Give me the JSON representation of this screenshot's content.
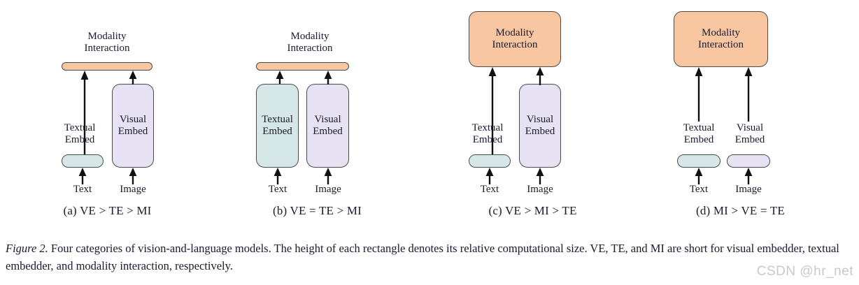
{
  "figure": {
    "caption_label": "Figure 2.",
    "caption_text": " Four categories of vision-and-language models. The height of each rectangle denotes its relative computational size. VE, TE, and MI are short for visual embedder, textual embedder, and modality interaction, respectively.",
    "watermark": "CSDN @hr_net",
    "colors": {
      "modality_interaction": "#f8c7a2",
      "textual_embed": "#d5e8e7",
      "visual_embed": "#e7e2f3",
      "outline": "#4a4a4a",
      "text": "#1a1a2e",
      "background": "#ffffff",
      "watermark": "#c9c9c9"
    },
    "common_labels": {
      "modality_interaction_line1": "Modality",
      "modality_interaction_line2": "Interaction",
      "textual_embed_line1": "Textual",
      "textual_embed_line2": "Embed",
      "visual_embed_line1": "Visual",
      "visual_embed_line2": "Embed",
      "text_input": "Text",
      "image_input": "Image"
    },
    "panels": [
      {
        "id": "a",
        "subcaption": "(a) VE > TE > MI",
        "description": "Modality Interaction is a thin bar; Textual Embed is a thin pill; Visual Embed is a tall box",
        "mi_label_position": "above",
        "te_label_position": "above",
        "ve_label_position": "inside",
        "mi_shape": "bar",
        "te_shape": "pill",
        "ve_shape": "box"
      },
      {
        "id": "b",
        "subcaption": "(b) VE = TE > MI",
        "description": "Modality Interaction is a thin bar; Textual Embed and Visual Embed are tall equal boxes",
        "mi_label_position": "above",
        "te_label_position": "inside",
        "ve_label_position": "inside",
        "mi_shape": "bar",
        "te_shape": "box",
        "ve_shape": "box"
      },
      {
        "id": "c",
        "subcaption": "(c) VE > MI > TE",
        "description": "Modality Interaction is a large box; Textual Embed is a thin pill; Visual Embed is a tall box",
        "mi_label_position": "inside",
        "te_label_position": "above",
        "ve_label_position": "inside",
        "mi_shape": "box",
        "te_shape": "pill",
        "ve_shape": "box"
      },
      {
        "id": "d",
        "subcaption": "(d) MI > VE = TE",
        "description": "Modality Interaction is a large box; Textual Embed and Visual Embed are thin equal pills",
        "mi_label_position": "inside",
        "te_label_position": "above",
        "ve_label_position": "above",
        "mi_shape": "box",
        "te_shape": "pill",
        "ve_shape": "pill"
      }
    ]
  }
}
